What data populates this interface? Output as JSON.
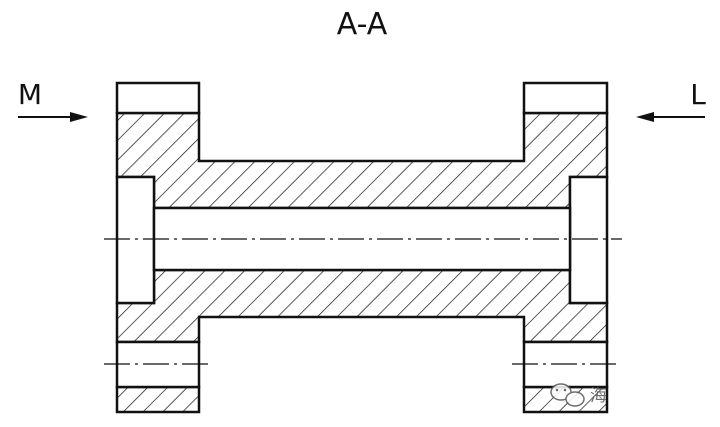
{
  "section_title": "A-A",
  "view_labels": {
    "left": "M",
    "right": "L"
  },
  "watermark": {
    "text": "海",
    "icon": "wechat-bubble-icon"
  },
  "colors": {
    "line": "#111111",
    "hatch": "#111111",
    "background": "#ffffff"
  }
}
